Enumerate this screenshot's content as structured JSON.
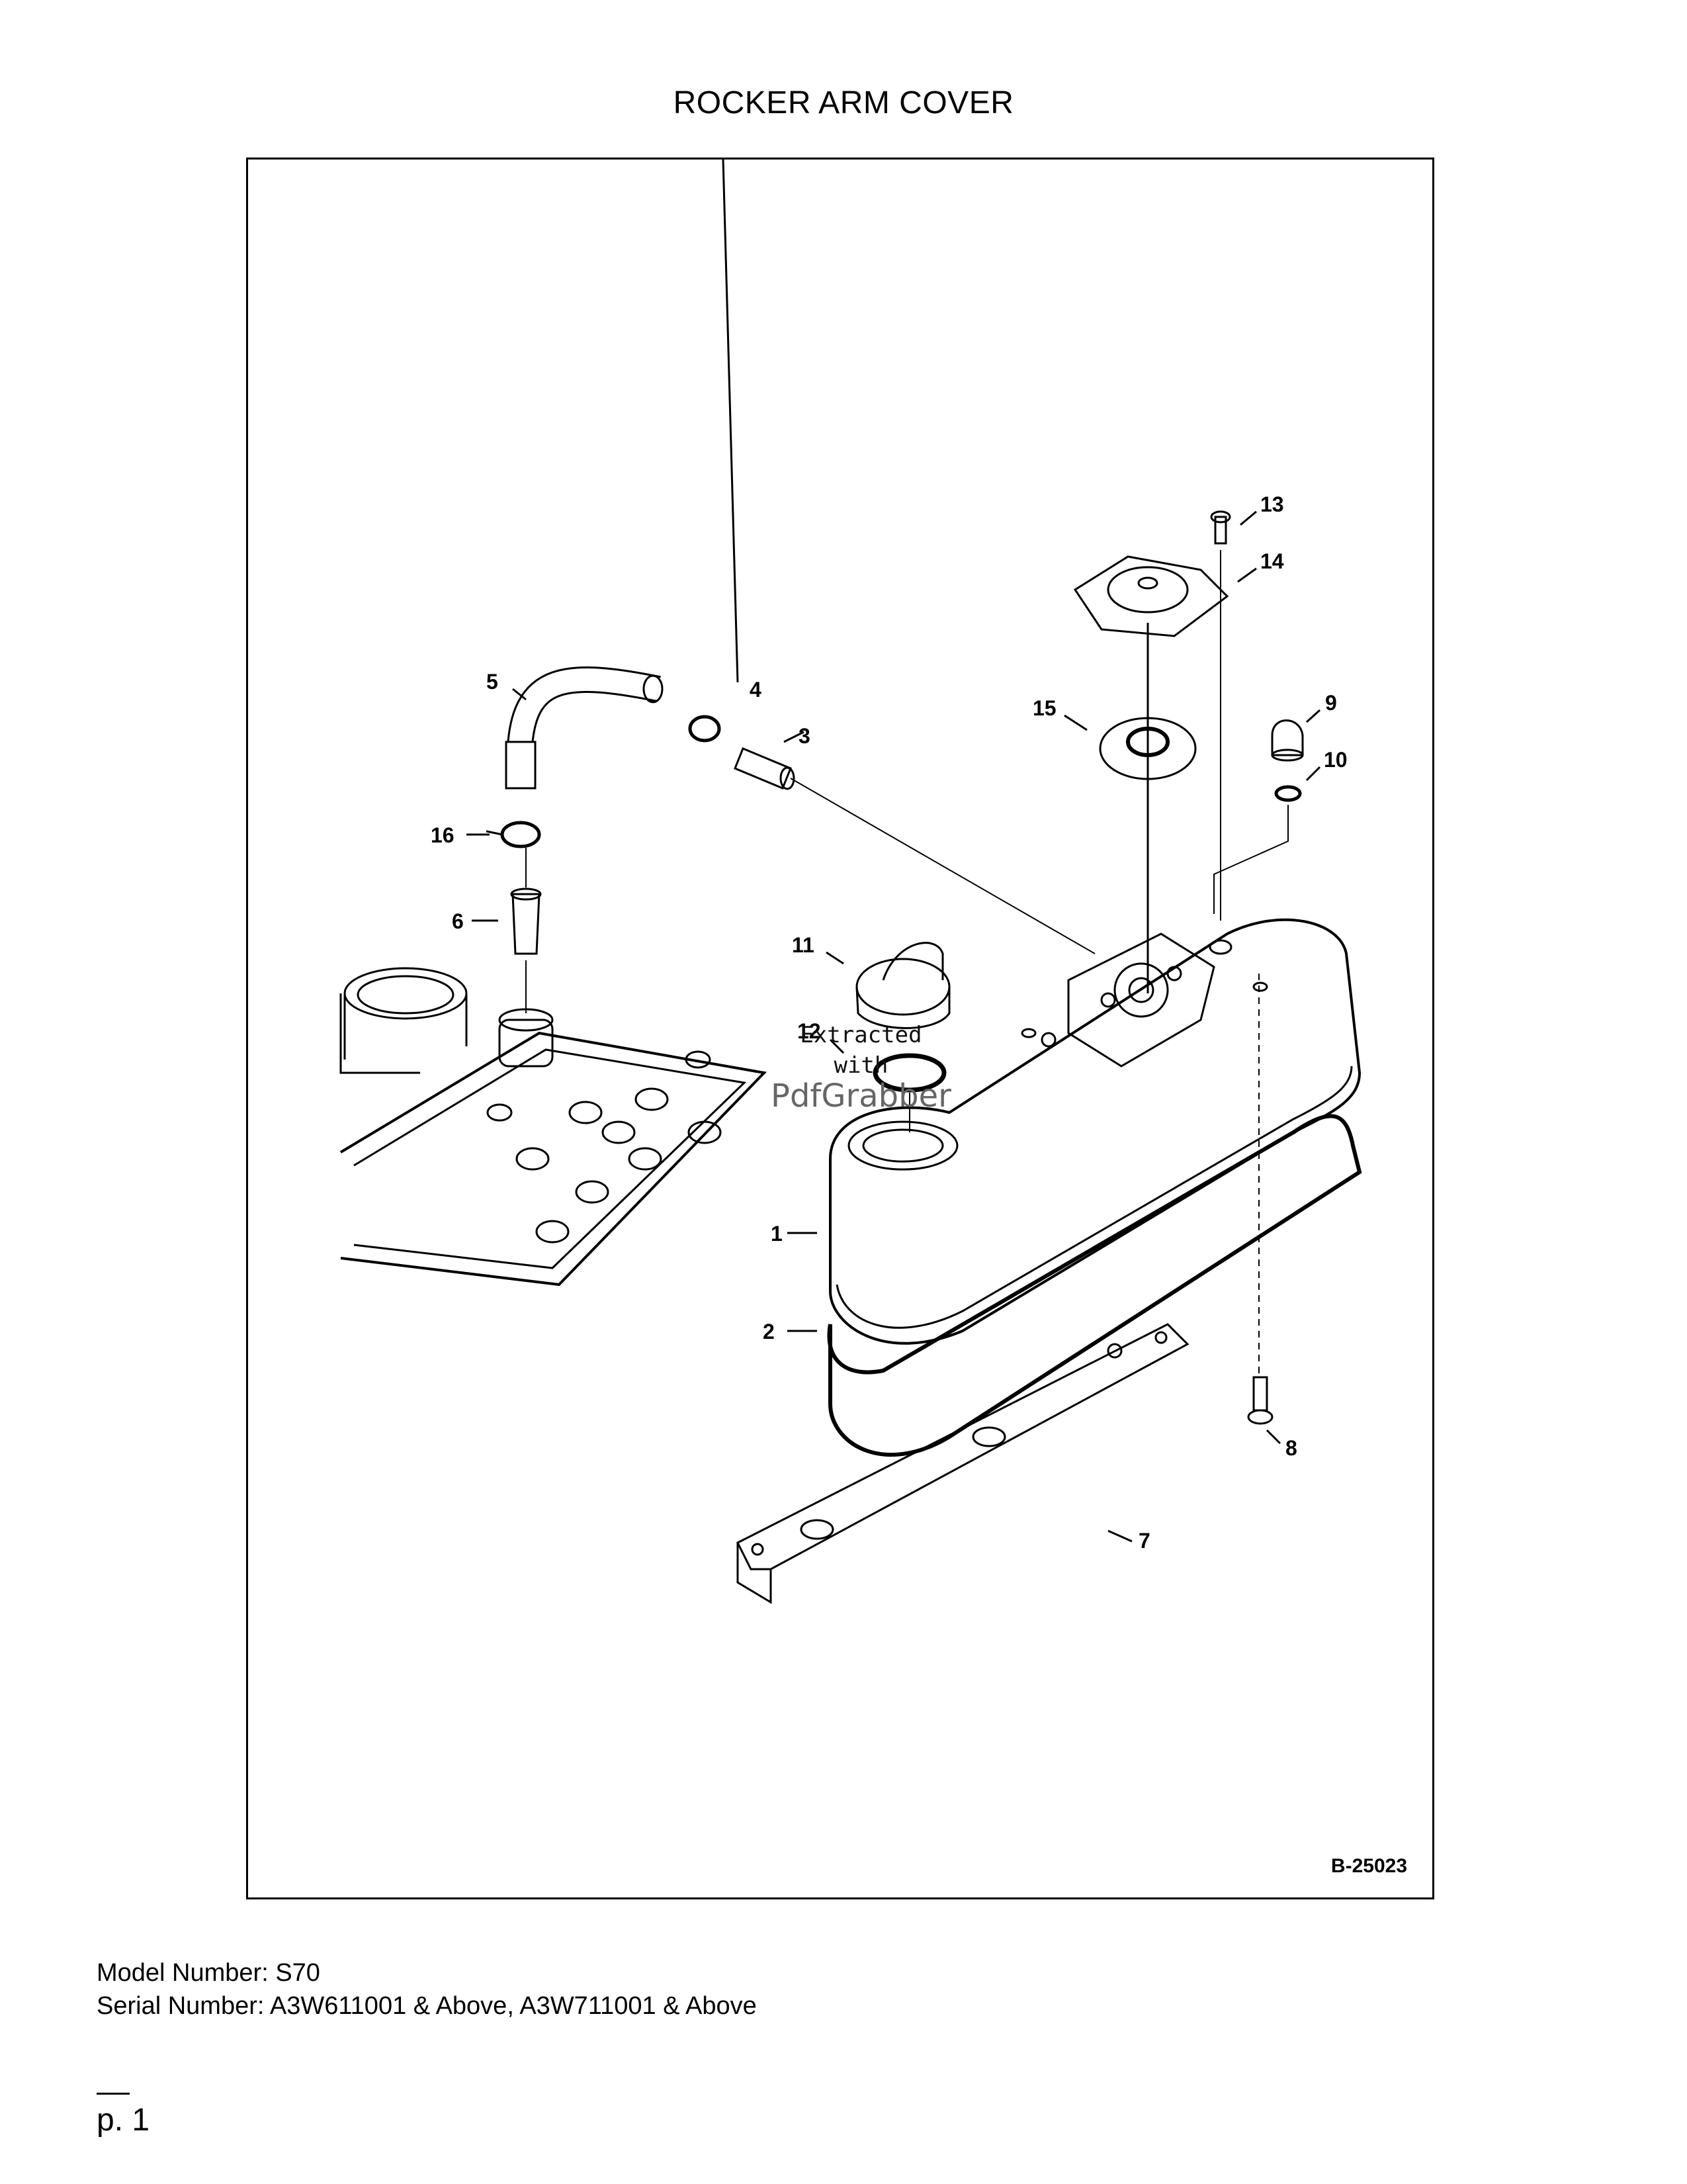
{
  "page": {
    "title": "ROCKER ARM COVER",
    "figure_id": "B-25023",
    "footer": {
      "model_line": "Model Number: S70",
      "serial_line": "Serial Number: A3W611001 & Above, A3W711001 & Above"
    },
    "page_number": "p. 1"
  },
  "diagram": {
    "callouts": [
      "1",
      "2",
      "3",
      "4",
      "5",
      "6",
      "7",
      "8",
      "9",
      "10",
      "11",
      "12",
      "13",
      "14",
      "15",
      "16"
    ]
  },
  "watermark": {
    "line1": "Extracted",
    "line2": "with",
    "line3": "PdfGrabber"
  }
}
